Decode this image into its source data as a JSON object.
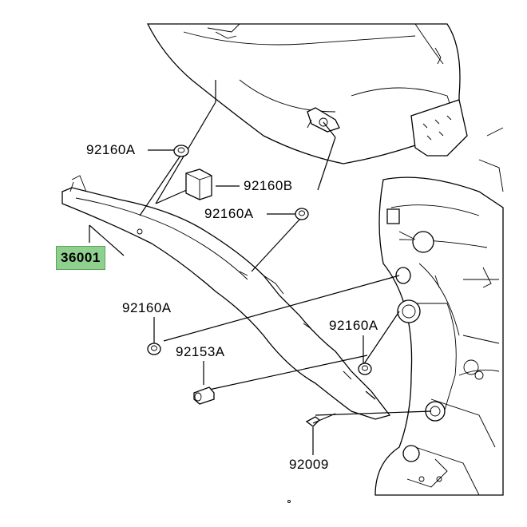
{
  "parts": {
    "p36001": "36001",
    "p92160A_top": "92160A",
    "p92160B": "92160B",
    "p92160A_mid": "92160A",
    "p92160A_left": "92160A",
    "p92160A_right": "92160A",
    "p92153A": "92153A",
    "p92009": "92009"
  },
  "colors": {
    "highlight": "#8fd08f",
    "line": "#000000",
    "background": "#ffffff"
  }
}
